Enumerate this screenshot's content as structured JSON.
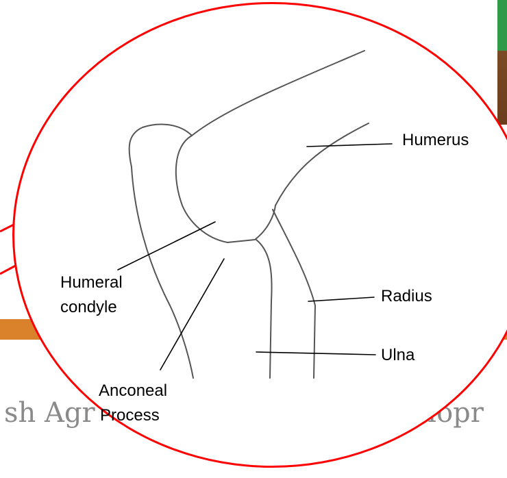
{
  "background": {
    "text_left": "sh Agr",
    "text_right": "velopr",
    "accent_bar_color": "#d9822b",
    "text_color": "#8a8a8a"
  },
  "magnifier": {
    "border_color": "#ff0000"
  },
  "labels": {
    "humerus": "Humerus",
    "humeral_condyle_line1": "Humeral",
    "humeral_condyle_line2": "condyle",
    "radius": "Radius",
    "ulna": "Ulna",
    "anconeal_process_line1": "Anconeal",
    "anconeal_process_line2": "Process"
  }
}
